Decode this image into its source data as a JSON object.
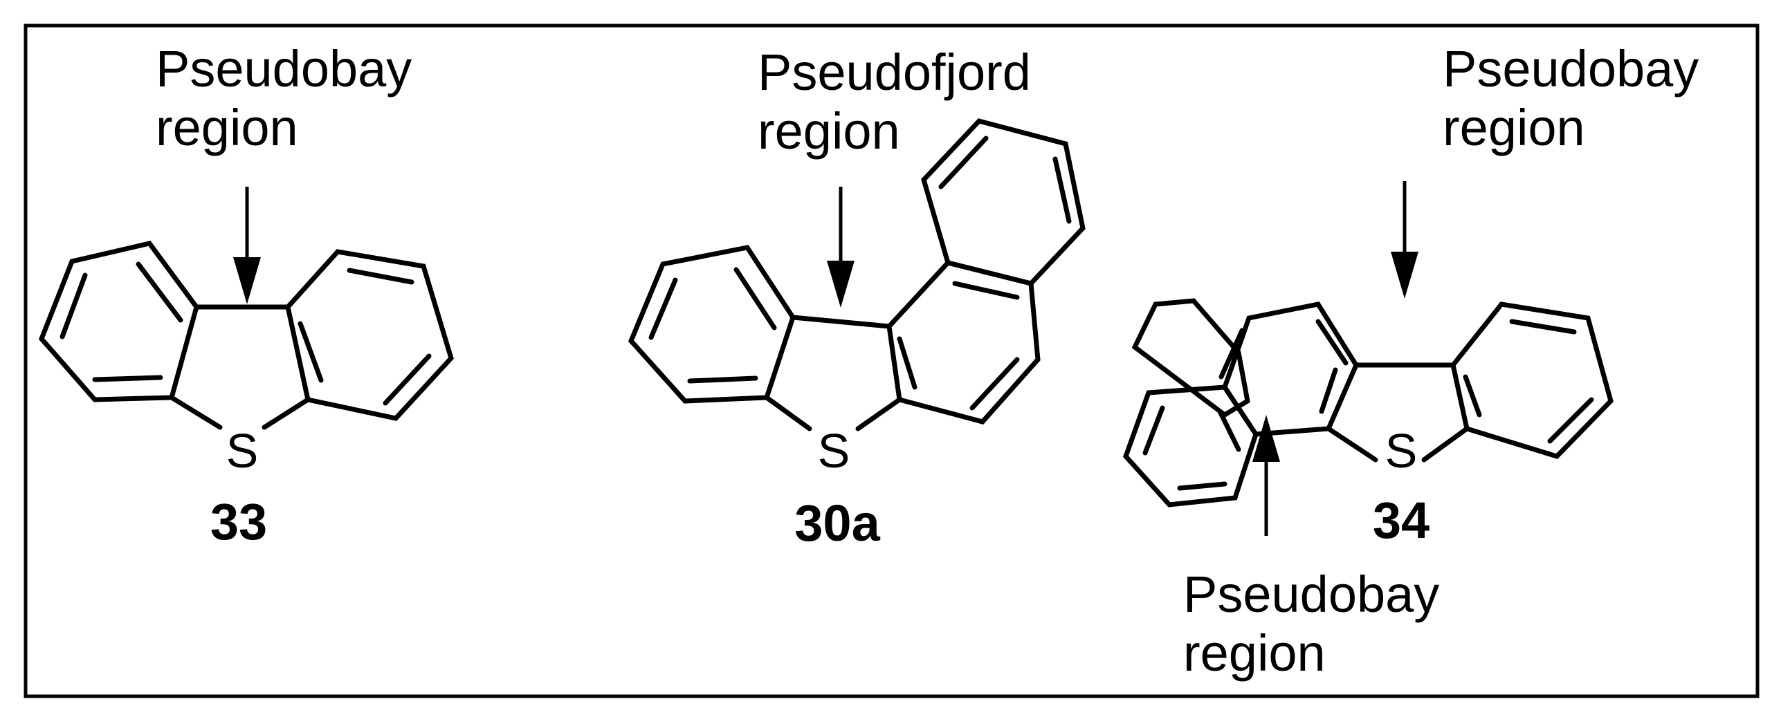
{
  "molecules": [
    {
      "id": "33",
      "number": "33",
      "atom_label": "S",
      "annotations": [
        {
          "line1": "Pseudobay",
          "line2": "region"
        }
      ]
    },
    {
      "id": "30a",
      "number": "30a",
      "atom_label": "S",
      "annotations": [
        {
          "line1": "Pseudofjord",
          "line2": "region"
        }
      ]
    },
    {
      "id": "34",
      "number": "34",
      "atom_label": "S",
      "annotations": [
        {
          "line1": "Pseudobay",
          "line2": "region"
        },
        {
          "line1": "Pseudobay",
          "line2": "region"
        }
      ]
    }
  ]
}
